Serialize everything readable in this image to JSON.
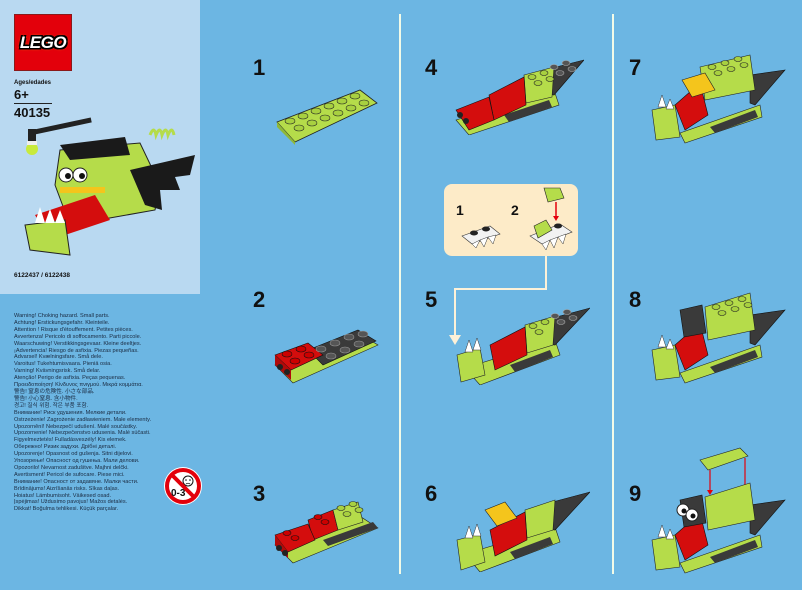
{
  "cover": {
    "brand": "LEGO",
    "ages_label": "Ages/edades",
    "ages": "6+",
    "set_number": "40135",
    "part_numbers": "6122437 / 6122438",
    "warnings": [
      "Warning! Choking hazard. Small parts.",
      "Achtung! Erstickungsgefahr. Kleinteile.",
      "Attention ! Risque d'étouffement. Petites pièces.",
      "Avvertenza! Pericolo di soffocamento. Parti piccole.",
      "Waarschuwing! Verstikkingsgevaar. Kleine deeltjes.",
      "¡Advertencia! Riesgo de asfixia. Piezas pequeñas.",
      "Advarsel! Kvælningsfare. Små dele.",
      "Varoitus! Tukehtumisvaara. Pieniä osia.",
      "Varning! Kvävningsrisk. Små delar.",
      "Atenção! Perigo de asfixia. Peças pequenas.",
      "Προειδοποίηση! Κίνδυνος πνιγμού. Μικρά κομμάτια.",
      "警告! 窒息の危険性. 小さな部品.",
      "警告! 小心窒息. 含小物件.",
      "경고! 질식 위험. 작은 부품 포함.",
      "Внимание! Риск удушения. Мелкие детали.",
      "Ostrzeżenie! Zagrożenie zadławieniem. Małe elementy.",
      "Upozornění! Nebezpečí udušení. Malé součástky.",
      "Upozornenie! Nebezpečenstvo udusenia. Malé súčasti.",
      "Figyelmeztetés! Fulladásveszély! Kis elemek.",
      "Обережно! Ризик задухи. Дрібні деталі.",
      "Upozorenje! Opasnost od gušenja. Sitni dijelovi.",
      "Упозорење! Опасност од гушења. Мали делови.",
      "Opozorilo! Nevarnost zadušitve. Majhni delčki.",
      "Avertisment! Pericol de sufocare. Piese mici.",
      "Внимание! Опасност от задавяне. Малки части.",
      "Brīdinājums! Aizrīšanās risks. Sīkas daļas.",
      "Hoiatus! Lämbumisoht. Väikesed osad.",
      "Įspėjimas! Uždusimo pavojus! Mažos detalės.",
      "Dikkat! Boğulma tehlikesi. Küçük parçalar."
    ],
    "age_warning_icon_label": "0-3"
  },
  "steps": [
    {
      "number": "1"
    },
    {
      "number": "2"
    },
    {
      "number": "3"
    },
    {
      "number": "4"
    },
    {
      "number": "5"
    },
    {
      "number": "6"
    },
    {
      "number": "7"
    },
    {
      "number": "8"
    },
    {
      "number": "9"
    }
  ],
  "callout": {
    "substeps": [
      {
        "number": "1"
      },
      {
        "number": "2"
      }
    ]
  },
  "colors": {
    "page_bg": "#6cb6e3",
    "cover_bg": "#b9d9f1",
    "callout_bg": "#fdebc8",
    "lego_red": "#e3000b",
    "lime": "#b5dc4a",
    "brick_red": "#d40d0d",
    "dark_gray": "#3a3a3a",
    "yellow": "#f4c51c"
  }
}
